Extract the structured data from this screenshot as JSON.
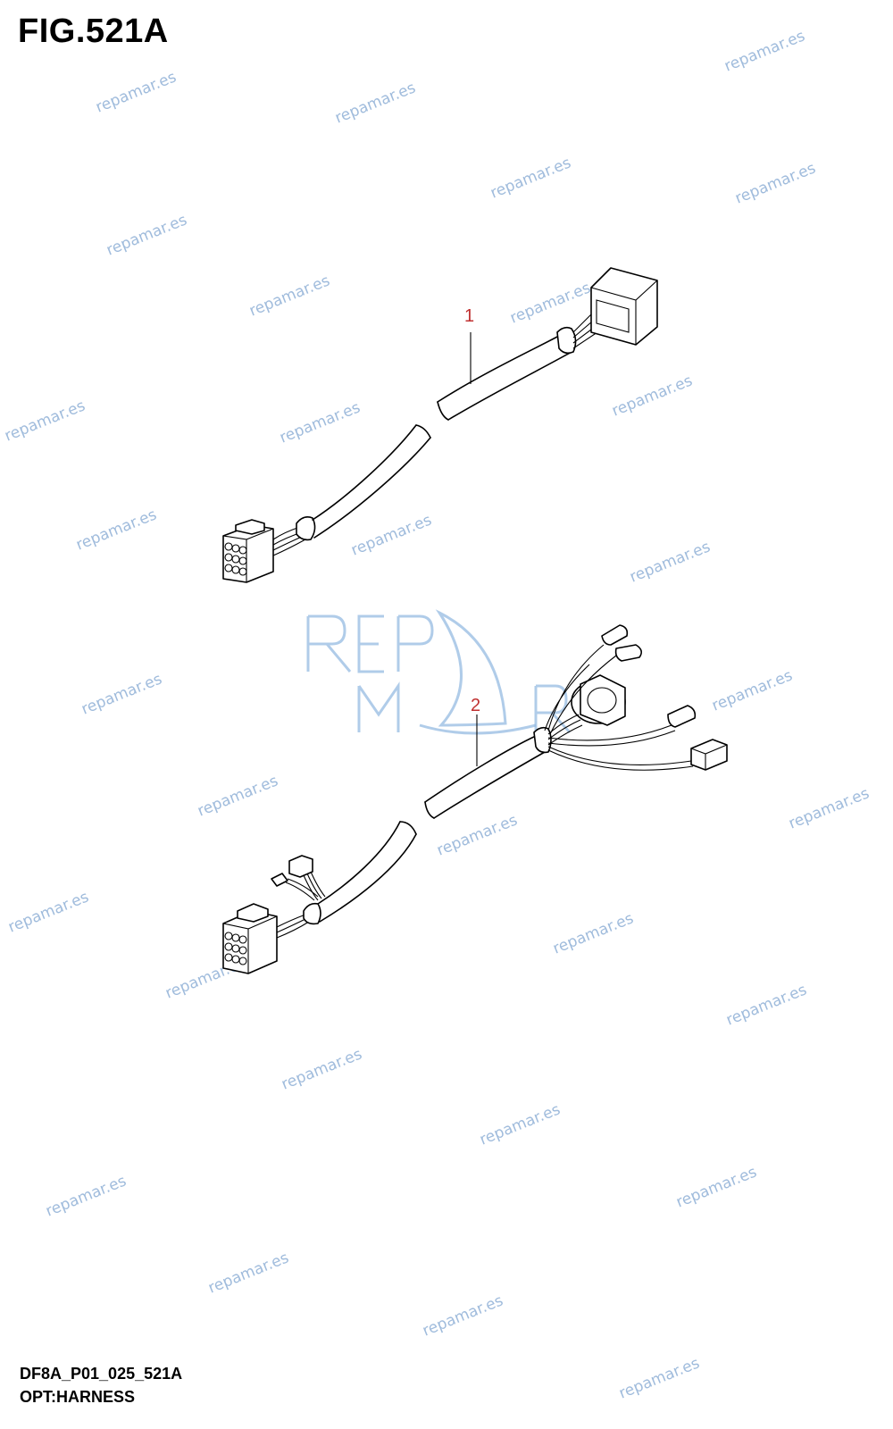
{
  "figure": {
    "title": "FIG.521A"
  },
  "footer": {
    "code": "DF8A_P01_025_521A",
    "caption": "OPT:HARNESS"
  },
  "callouts": [
    "1",
    "2"
  ],
  "watermark": {
    "text": "repamar.es",
    "color": "#8fb0d6"
  },
  "logo": {
    "letters": "REP MAR",
    "color": "#8fb6df"
  },
  "colors": {
    "line": "#000000",
    "callout": "#c03030",
    "background": "#ffffff"
  }
}
